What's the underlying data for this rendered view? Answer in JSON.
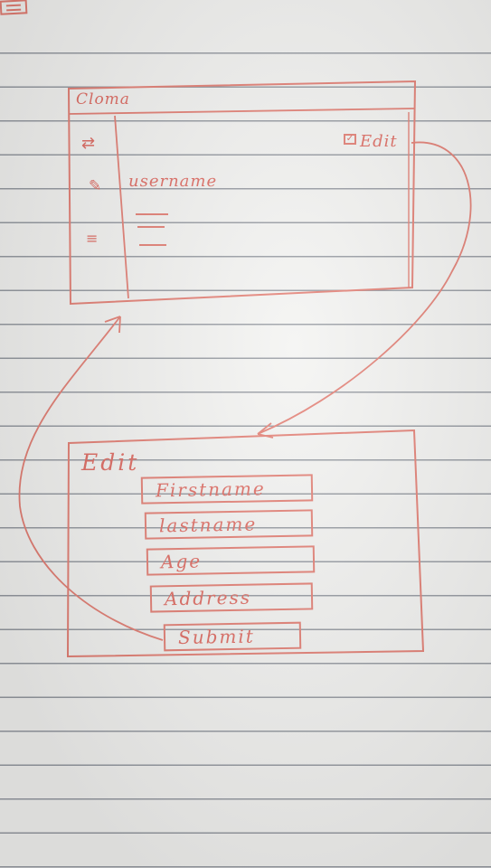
{
  "sketch": {
    "main_screen": {
      "app_title": "Cloma",
      "menu_icon": "hamburger-icon",
      "edit_action": {
        "icon": "edit-icon",
        "label": "Edit"
      },
      "sidebar_icons": [
        "swap-arrows-icon",
        "pencil-icon",
        "list-icon"
      ],
      "username": "username"
    },
    "edit_screen": {
      "title": "Edit",
      "fields": [
        {
          "label": "Firstname"
        },
        {
          "label": "lastname"
        },
        {
          "label": "Age"
        },
        {
          "label": "Address"
        }
      ],
      "submit_label": "Submit"
    },
    "colors": {
      "ink": "#e07064",
      "paper_lines": "#8a8f97"
    }
  }
}
